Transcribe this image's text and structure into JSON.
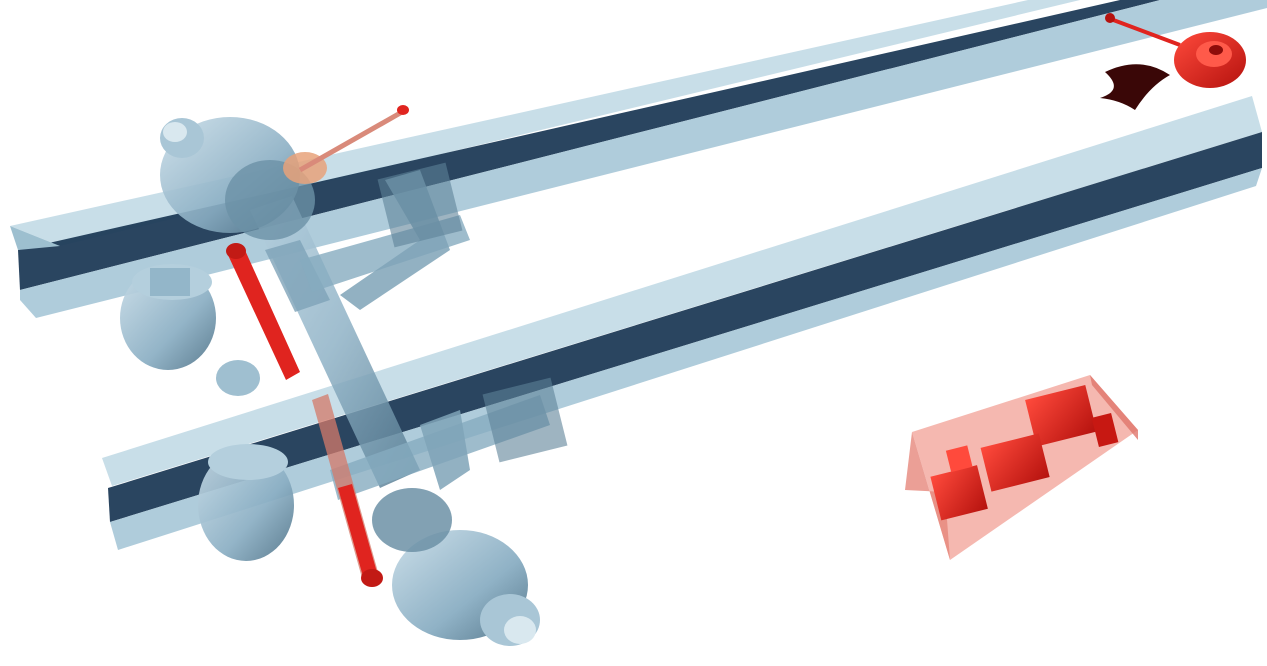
{
  "scene": {
    "background": "#ffffff",
    "colors": {
      "rail_top": "#b7d3df",
      "rail_web": "#1f3b57",
      "rail_bottom": "#9fc2d3",
      "axle_metal": "#8fb2c6",
      "axle_dark": "#5b7f95",
      "highlight_red": "#e0241f",
      "transparent_red": "#f08f86",
      "dark_red": "#7a1212"
    },
    "objects": [
      "frame-rail-rear",
      "frame-rail-front",
      "steering-axle-assembly",
      "left-wheel-hub",
      "right-wheel-hub",
      "left-air-spring",
      "right-air-spring",
      "steering-tie-rod",
      "steering-drag-link",
      "brake-chamber-unit",
      "hydraulic-power-unit-box"
    ]
  }
}
